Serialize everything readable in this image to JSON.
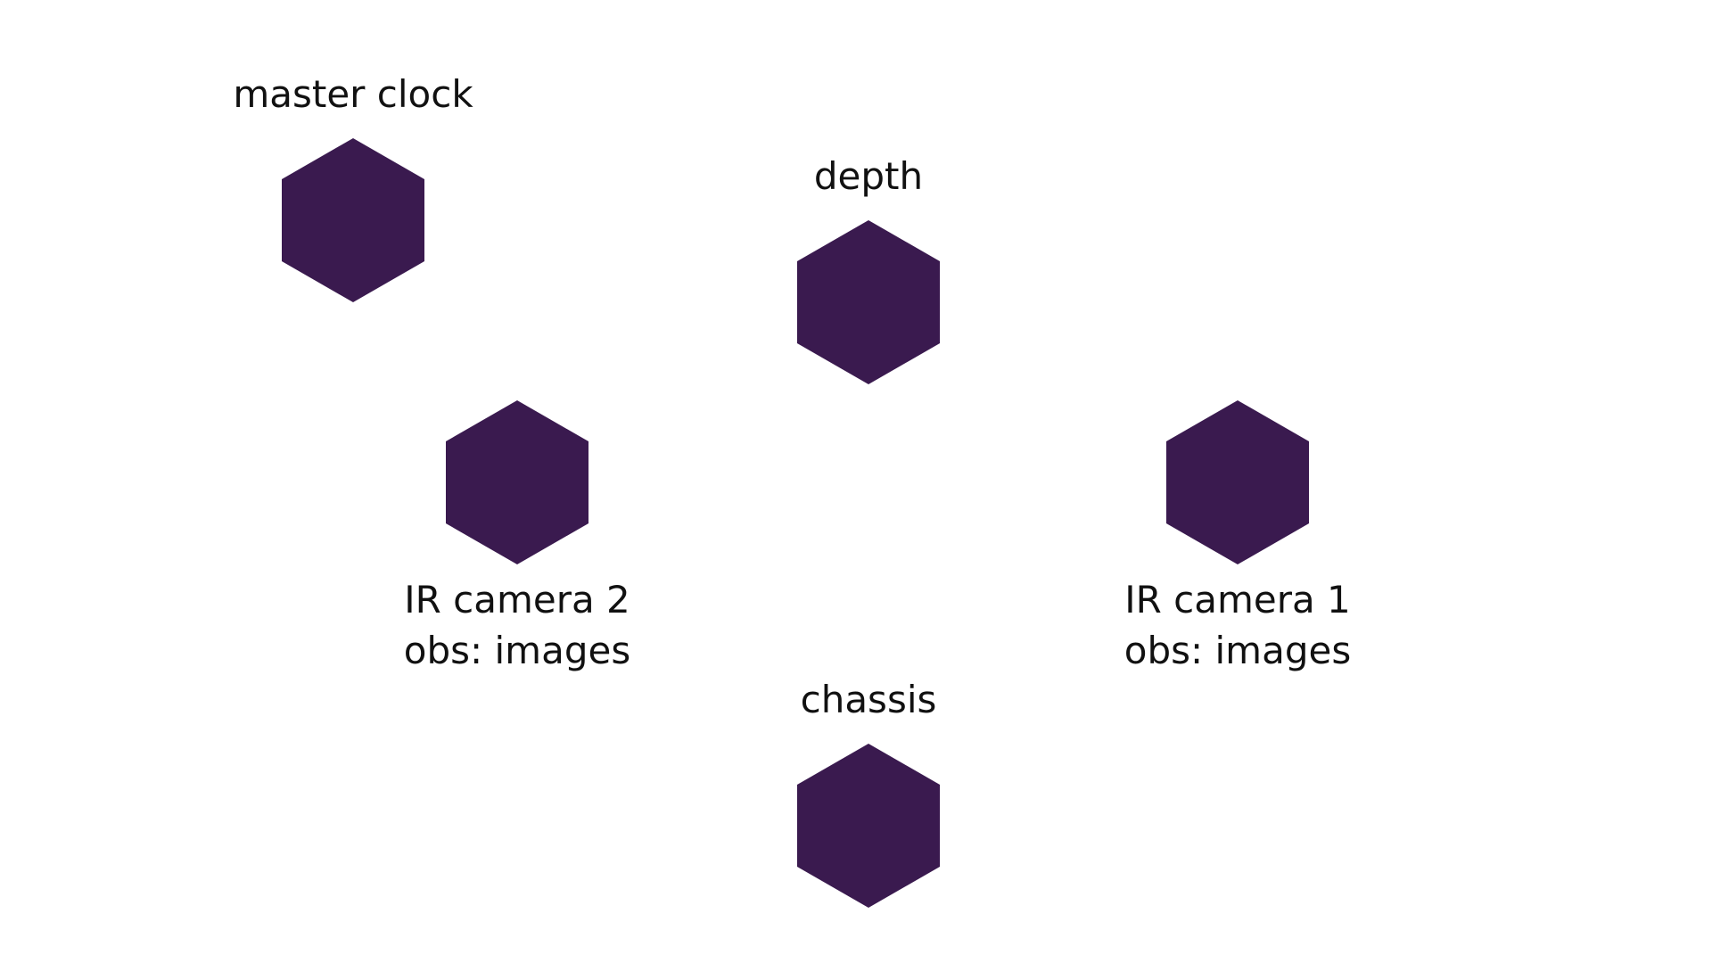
{
  "diagram": {
    "hex_color": "#3a1a4f",
    "background": "#ffffff",
    "nodes": [
      {
        "id": "master-clock",
        "lines": [
          "master clock"
        ]
      },
      {
        "id": "depth",
        "lines": [
          "depth"
        ]
      },
      {
        "id": "ir-camera-2",
        "lines": [
          "IR camera 2",
          "obs: images"
        ]
      },
      {
        "id": "ir-camera-1",
        "lines": [
          "IR camera 1",
          "obs: images"
        ]
      },
      {
        "id": "chassis",
        "lines": [
          "chassis"
        ]
      }
    ]
  }
}
